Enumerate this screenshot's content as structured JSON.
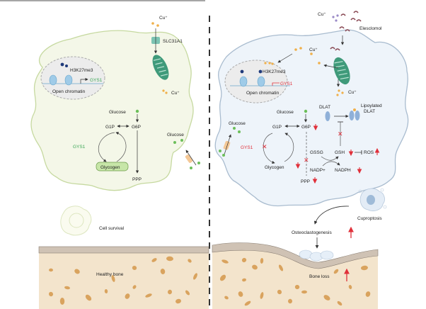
{
  "colors": {
    "healthy_cell_fill": "#f4f7e8",
    "healthy_cell_stroke": "#c6d9a0",
    "disease_cell_fill": "#eef4fa",
    "disease_cell_stroke": "#a9bccf",
    "green_text": "#3aa655",
    "red_indicator": "#e0303a",
    "copper": "#f0b04a",
    "bone_fill": "#f3e4cc",
    "bone_spot": "#d9a35e",
    "cortical_bone": "#cfc2b4",
    "mitochondria": "#3f9a7a",
    "elesclomol": "#8a4a55"
  },
  "left_panel": {
    "chromatin": {
      "mark": "H3K27me3",
      "gene": "GYS1",
      "state": "Open chromatin"
    },
    "copper_top": "Cu⁺",
    "transporter": "SLC31A1",
    "copper_cyto": "Cu⁺",
    "glucose_inner": "Glucose",
    "g1p": "G1P",
    "g6p": "G6P",
    "enzyme": "GYS1",
    "glycogen": "Glycogen",
    "ppp": "PPP",
    "glucose_outer": "Glucose",
    "cell_outcome": "Cell survival",
    "bone_label": "Healthy bone"
  },
  "right_panel": {
    "copper_top": "Cu⁺",
    "drug": "Elesclomol",
    "copper_cyto": "Cu⁺",
    "chromatin": {
      "mark": "H3K27me3",
      "gene": "GYS1",
      "state": "Open chromatin"
    },
    "copper_mito": "Cu⁺",
    "dlat": "DLAT",
    "lipoylated_dlat": "Lipoylated DLAT",
    "glucose_inner": "Glucose",
    "g1p": "G1P",
    "g6p": "G6P",
    "glucose_outer": "Glucose",
    "enzyme": "GYS1",
    "glycogen": "Glycogen",
    "gssg": "GSSG",
    "gsh": "GSH",
    "ros": "ROS",
    "nadp": "NADP+",
    "nadph": "NADPH",
    "ppp": "PPP",
    "cell_outcome": "Cuproptosis",
    "process": "Osteoclastogenesis",
    "bone_label": "Bone loss"
  },
  "indicators": {
    "g6p": "down",
    "glycogen": "down",
    "ppp": "down",
    "gsh": "down",
    "ros": "up",
    "nadph": "down",
    "cuproptosis": "up",
    "bone_loss": "up"
  }
}
